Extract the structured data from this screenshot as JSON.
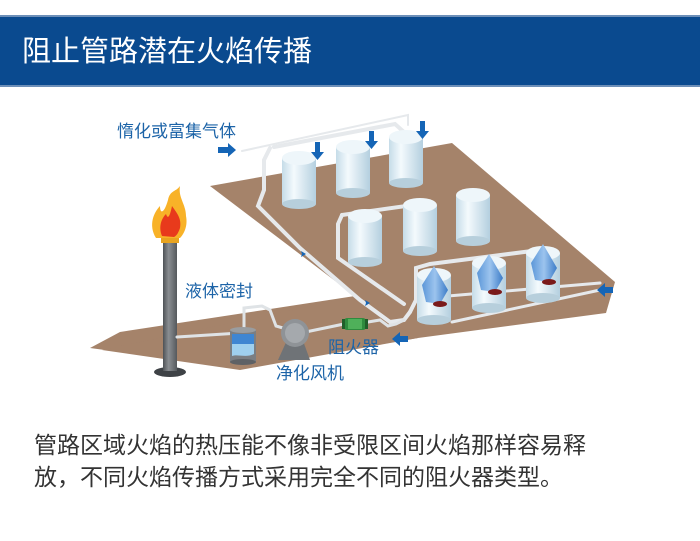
{
  "header": {
    "title": "阻止管路潜在火焰传播"
  },
  "diagram": {
    "labels": {
      "gas": "惰化或富集气体",
      "liquid_seal": "液体密封",
      "arrester": "阻火器",
      "blower": "净化风机"
    },
    "colors": {
      "ground": "#a5836a",
      "pipe": "#e6e9ec",
      "tank": "#dfeef6",
      "arrow": "#1565b6",
      "flame_outer": "#f8b228",
      "flame_inner": "#e83a1c",
      "stack": "#6c6f73",
      "arrester_body": "#2e8b3e"
    },
    "tanks_row1": 3,
    "tanks_row2": 3,
    "tanks_row3": 3
  },
  "caption": {
    "line1": "管路区域火焰的热压能不像非受限区间火焰那样容易释",
    "line2": "放，不同火焰传播方式采用完全不同的阻火器类型。"
  }
}
